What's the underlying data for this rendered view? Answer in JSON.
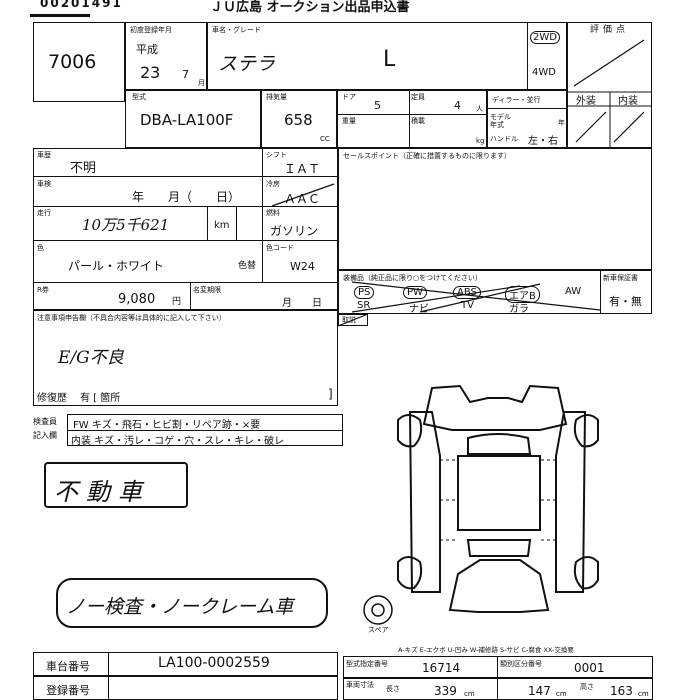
{
  "header": {
    "serial": "00201491",
    "venue": "ＪＵ広島 オークション出品申込書"
  },
  "lot": {
    "number": "7006"
  },
  "registration": {
    "label": "初度登録年月",
    "era": "平成",
    "year": "23",
    "month": "7",
    "month_unit": "月"
  },
  "model": {
    "label": "車名・グレード",
    "name": "ステラ",
    "grade": "L",
    "drive_2wd": "2WD",
    "drive_4wd": "4WD",
    "type_label": "型式",
    "type": "DBA-LA100F",
    "displacement_label": "排気量",
    "displacement": "658",
    "cc": "CC",
    "doors_label": "ドア",
    "doors": "5",
    "capacity_label": "定員",
    "capacity": "4",
    "capacity_unit": "人",
    "load_label": "積載",
    "load_unit": "kg",
    "weight_label": "重量",
    "dealer_label": "ディラー・並行",
    "model_year_label": "モデル年式",
    "model_year_unit": "年",
    "handle_label": "ハンドル",
    "handle": "左・右"
  },
  "grades": {
    "label": "評価点",
    "exterior": "外装",
    "interior": "内装"
  },
  "history": {
    "label": "車歴",
    "value": "不明",
    "inspection_label": "車検",
    "inspection_value": "年　　月（　　日）",
    "mileage_label": "走行",
    "mileage_value": "10万5千621",
    "km": "km",
    "color_label": "色",
    "color_value": "パール・ホワイト",
    "color_repaint": "色替",
    "recycle_label": "R券",
    "recycle_value": "9,080",
    "recycle_unit": "円",
    "name_change_label": "名変期限",
    "name_change_value": "月　　日"
  },
  "specs": {
    "shift_label": "シフト",
    "shift": "ＩＡＴ",
    "ac_label": "冷房",
    "ac": "ＡＡＣ",
    "fuel_label": "燃料",
    "fuel": "ガソリン",
    "color_code_label": "色コード",
    "color_code": "W24"
  },
  "sales_point": {
    "label": "セールスポイント（正確に措置するものに限ります）"
  },
  "equipment": {
    "label": "装備品（純正品に限り○をつけてください）",
    "row1": [
      "PS",
      "PW",
      "ABS",
      "エアB",
      "AW"
    ],
    "row2": [
      "SR",
      "ナビ",
      "TV",
      "ガラ"
    ],
    "new_car_label": "新車保証書",
    "new_car_value": "有・無",
    "tools_label": "取説"
  },
  "notes": {
    "label": "注意事項申告欄（不具合内容等は具体的に記入して下さい）",
    "handwritten": "E/G不良",
    "repair_label": "修復歴",
    "repair_value": "有 [ 箇所"
  },
  "inspector": {
    "label1": "検査員",
    "label2": "記入欄",
    "exterior": "FW キズ・飛石・ヒビ割・リペア跡・×要",
    "interior": "内装 キズ・汚レ・コゲ・穴・スレ・キレ・破レ"
  },
  "stamps": {
    "immobile": "不動車",
    "no_claim": "ノー検査・ノークレーム車"
  },
  "diagram": {
    "spare_label": "スペア",
    "legend": "A-キズ E-エクボ U-凹み W-補修跡 S-サビ C-腐食 XX-交換要"
  },
  "footer": {
    "chassis_label": "車台番号",
    "chassis_value": "LA100-0002559",
    "reg_label": "登録番号",
    "cert_label": "型式指定番号",
    "cert_value": "16714",
    "class_label": "類別区分番号",
    "class_value": "0001",
    "length_label": "長さ",
    "length_value": "339",
    "width_value": "147",
    "height_label": "高さ",
    "height_value": "163",
    "cm": "cm",
    "size_label": "車両寸法"
  }
}
